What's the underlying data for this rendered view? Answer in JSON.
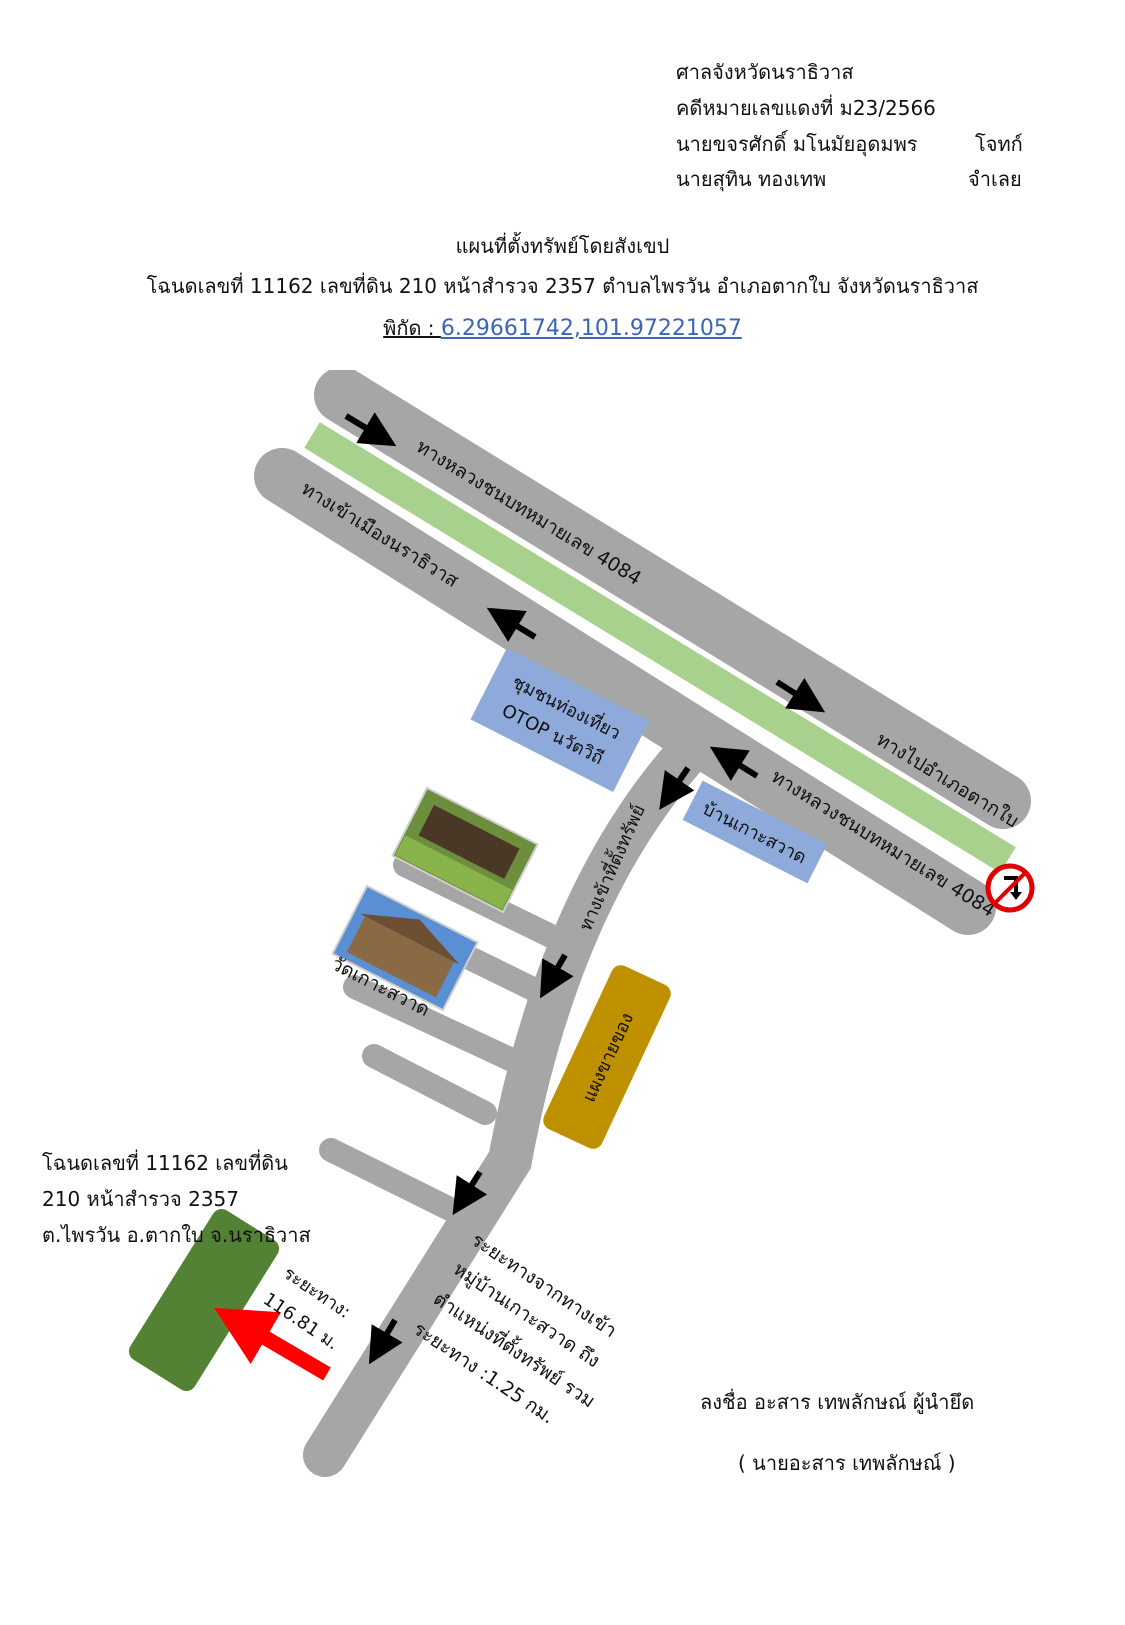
{
  "header": {
    "court": "ศาลจังหวัดนราธิวาส",
    "case_number": "คดีหมายเลขแดงที่  ม23/2566",
    "plaintiff_name": "นายขจรศักดิ์  มโนมัยอุดมพร",
    "plaintiff_role": "โจทก์",
    "defendant_name": "นายสุทิน  ทองเทพ",
    "defendant_role": "จำเลย"
  },
  "title": "แผนที่ตั้งทรัพย์โดยสังเขป",
  "subtitle": "โฉนดเลขที่ 11162  เลขที่ดิน 210  หน้าสำรวจ 2357  ตำบลไพรวัน  อำเภอตากใบ  จังหวัดนราธิวาส",
  "coordinates": {
    "label": "พิกัด : ",
    "value": "6.29661742,101.97221057"
  },
  "map": {
    "colors": {
      "road": "#a6a6a6",
      "median": "#a9d18e",
      "blue_box": "#8eaadb",
      "market": "#bf9000",
      "property": "#548235",
      "pointer": "#ff0000"
    },
    "labels": {
      "highway_upper": "ทางหลวงชนบทหมายเลข 4084",
      "city_road": "ทางเข้าเมืองนราธิวาส",
      "to_takbai": "ทางไปอำเภอตากใบ",
      "highway_lower": "ทางหลวงชนบทหมายเลข 4084",
      "access_road": "ทางเข้าที่ตั้งทรัพย์",
      "otop_line1": "ชุมชนท่องเที่ยว",
      "otop_line2": "OTOP นวัตวิถี",
      "ban_ko_sawat": "บ้านเกาะสวาด",
      "market": "แผงขายของ",
      "temple": "วัดเกาะสวาด",
      "distance_line1": "ระยะทาง:",
      "distance_line2": "116.81 ม.",
      "route_line1": "ระยะทางจากทางเข้า",
      "route_line2": "หมู่บ้านเกาะสวาด ถึง",
      "route_line3": "ตำแหน่งที่ตั้งทรัพย์ รวม",
      "route_line4": "ระยะทาง :1.25 กม."
    },
    "icons": {
      "turn_sign": "no-right-turn-sign-icon",
      "school_photo": "school-sign-photo",
      "temple_photo": "temple-photo"
    }
  },
  "deed_note": "โฉนดเลขที่ 11162  เลขที่ดิน 210  หน้าสำรวจ 2357 ต.ไพรวัน  อ.ตากใบ  จ.นราธิวาส",
  "signature": {
    "line": "ลงชื่อ   อะสาร  เทพลักษณ์  ผู้นำยึด",
    "name": "( นายอะสาร  เทพลักษณ์ )"
  }
}
